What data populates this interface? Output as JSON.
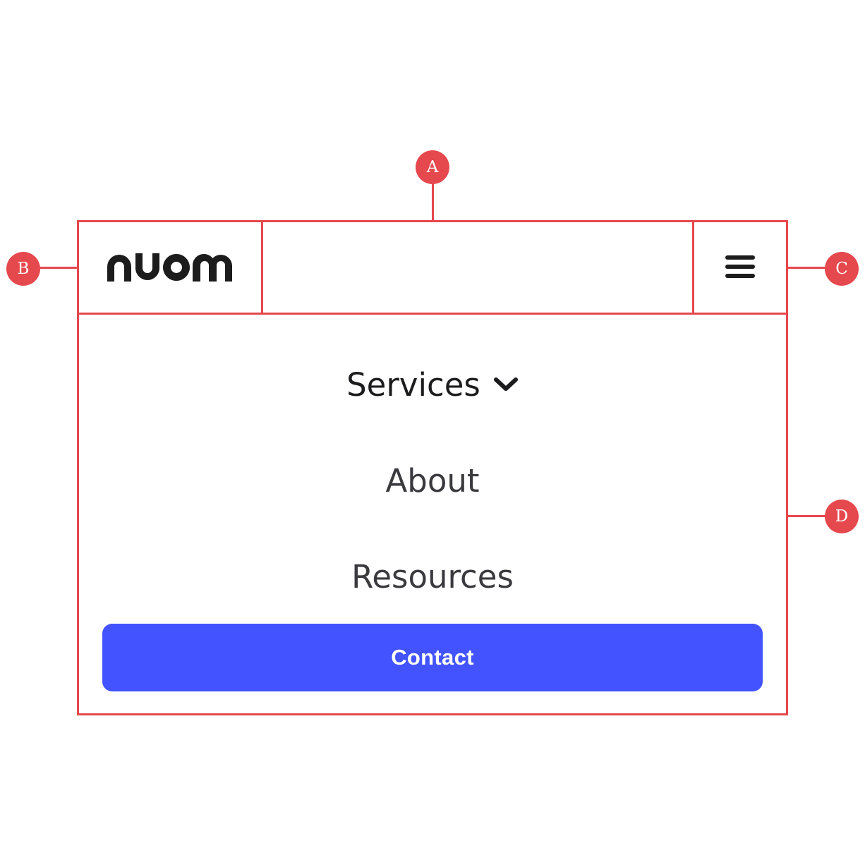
{
  "colors": {
    "annotation": "#E5484D",
    "accent": "#4253FF",
    "text": "#1c1c1e",
    "background": "#ffffff"
  },
  "callouts": {
    "a": "A",
    "b": "B",
    "c": "C",
    "d": "D"
  },
  "header": {
    "logo_text": "nuom",
    "menu_icon": "hamburger-menu-icon"
  },
  "menu": {
    "items": [
      {
        "label": "Services",
        "icon": "chevron-down-icon"
      },
      {
        "label": "About"
      },
      {
        "label": "Resources"
      }
    ],
    "cta_label": "Contact"
  }
}
